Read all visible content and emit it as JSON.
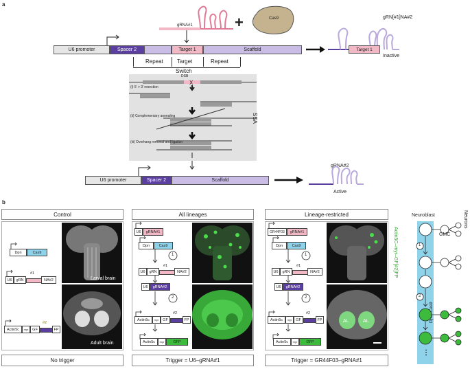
{
  "panel_a": {
    "letter": "a",
    "gRNA1_label": "gRNA#1",
    "cas9_label": "Cas9",
    "plus": "+",
    "inactive_name": "gRN[#1]NA#2",
    "inactive_target": "Target 1",
    "inactive_label": "Inactive",
    "construct": {
      "u6": "U6 promoter",
      "spacer": "Spacer 2",
      "target": "Target 1",
      "scaffold": "Scaffold"
    },
    "repeat_left": "Repeat",
    "target_word": "Target",
    "repeat_right": "Repeat",
    "switch": "Switch",
    "dsb": "DSB",
    "dsb_x": "X",
    "step1": "(i) 5′ > 3′ resection",
    "step2": "(ii) Complementary annealing",
    "step3": "(iii) Overhang removal and ligation",
    "ssa": "SSA",
    "active_name": "gRNA#2",
    "active_label": "Active",
    "final": {
      "u6": "U6 promoter",
      "spacer": "Spacer 2",
      "scaffold": "Scaffold"
    }
  },
  "panel_b": {
    "letter": "b",
    "control": {
      "header": "Control",
      "footer": "No trigger",
      "dpn": "Dpn",
      "cas9": "Cas9",
      "u6": "U6",
      "grn": "gRN",
      "hash1": "#1",
      "na2": "NA#2",
      "actin": "Actin5c",
      "myr": "myr",
      "gf": "GF",
      "hash2": "#2",
      "fp": "FP",
      "larval": "Larval brain",
      "adult": "Adult brain"
    },
    "all": {
      "header": "All lineages",
      "footer": "Trigger = U6–gRNA#1",
      "u6": "U6",
      "grna1": "gRNA#1",
      "dpn": "Dpn",
      "cas9": "Cas9",
      "one": "1",
      "two": "2",
      "u6b": "U6",
      "grn": "gRN",
      "hash1": "#1",
      "na2": "NA#2",
      "u6c": "U6",
      "grna2": "gRNA#2",
      "actin": "Actin5c",
      "myr": "myr",
      "gf": "GF",
      "hash2": "#2",
      "fp": "FP",
      "actin2": "Actin5c",
      "myr2": "myr",
      "gfp": "GFP"
    },
    "restricted": {
      "header": "Lineage-restricted",
      "footer": "Trigger = GR44F03–gRNA#1",
      "gr": "GR44F03",
      "grna1": "gRNA#1",
      "dpn": "Dpn",
      "cas9": "Cas9",
      "one": "1",
      "two": "2",
      "u6b": "U6",
      "grn": "gRN",
      "hash1": "#1",
      "na2": "NA#2",
      "u6c": "U6",
      "grna2": "gRNA#2",
      "actin": "Actin5c",
      "myr": "myr",
      "gf": "GF",
      "hash2": "#2",
      "fp": "FP",
      "actin2": "Actin5c",
      "myr2": "myr",
      "gfp": "GFP",
      "al1": "AL",
      "al2": "AL"
    },
    "vertical_label": "Actin5C–myr–GF[#2]FP",
    "lineage": {
      "neuroblast": "Neuroblast",
      "gmc": "GMC",
      "neurons": "Neurons",
      "one": "1",
      "two": "2",
      "dpn_cas9": "Dpn–Cas9",
      "dots": "⋮"
    }
  },
  "colors": {
    "spacer": "#5b3fa0",
    "target": "#f2b8c6",
    "scaffold": "#c9bde6",
    "cas9_blue": "#8fd3ea",
    "gfp_green": "#3dbb3d",
    "grey_box": "#e6e6e6"
  }
}
